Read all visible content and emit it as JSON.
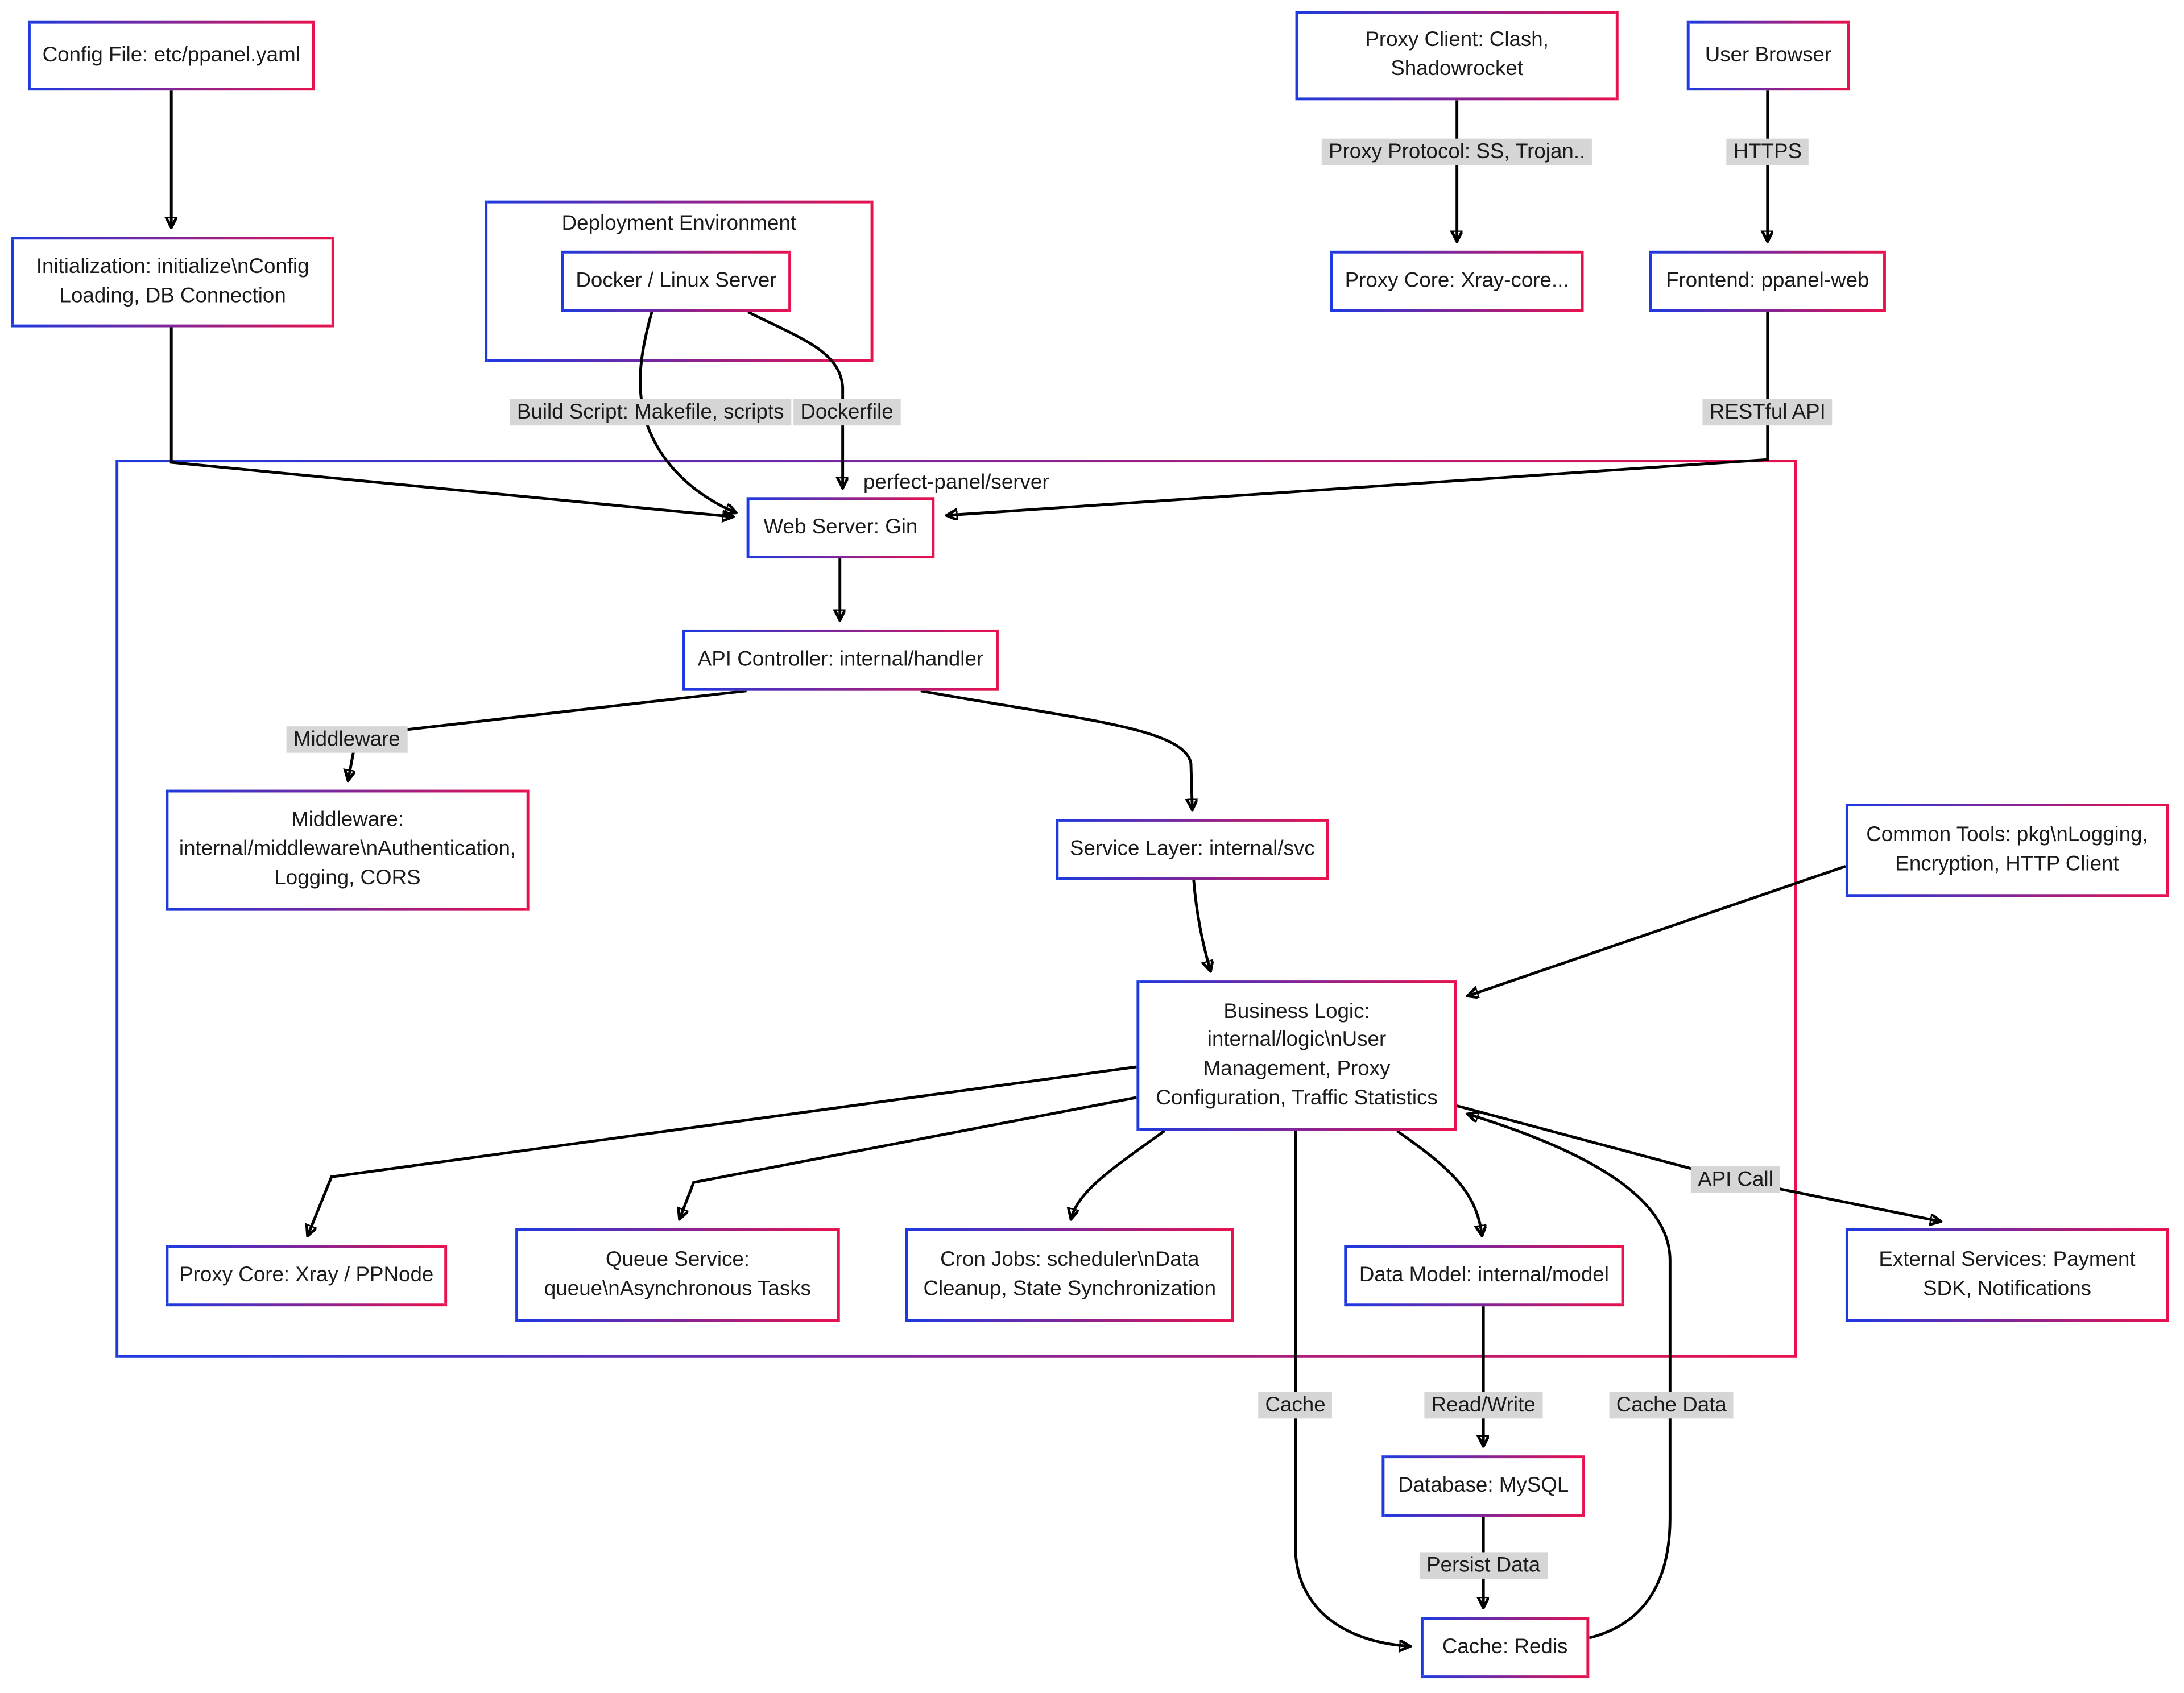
{
  "diagram": {
    "title": "perfect-panel/server",
    "colors": {
      "border_start": "#1d39e0",
      "border_end": "#e8114d",
      "edge_label_bg": "#d6d6d6"
    }
  },
  "nodes": {
    "config_file": {
      "label": "Config File: etc/ppanel.yaml"
    },
    "proxy_client": {
      "label": "Proxy Client: Clash, Shadowrocket"
    },
    "user_browser": {
      "label": "User Browser"
    },
    "initialization": {
      "label": "Initialization: initialize\\nConfig Loading, DB Connection"
    },
    "deployment_env": {
      "label": "Deployment Environment"
    },
    "docker_server": {
      "label": "Docker / Linux Server"
    },
    "proxy_core_xray": {
      "label": "Proxy Core: Xray-core..."
    },
    "frontend": {
      "label": "Frontend: ppanel-web"
    },
    "server_container": {
      "label": "perfect-panel/server"
    },
    "web_server": {
      "label": "Web Server: Gin"
    },
    "api_controller": {
      "label": "API Controller: internal/handler"
    },
    "middleware": {
      "label": "Middleware: internal/middleware\\nAuthentication, Logging, CORS"
    },
    "service_layer": {
      "label": "Service Layer: internal/svc"
    },
    "common_tools": {
      "label": "Common Tools: pkg\\nLogging, Encryption, HTTP Client"
    },
    "business_logic": {
      "label": "Business Logic: internal/logic\\nUser Management, Proxy Configuration, Traffic Statistics"
    },
    "proxy_core_node": {
      "label": "Proxy Core: Xray / PPNode"
    },
    "queue_service": {
      "label": "Queue Service: queue\\nAsynchronous Tasks"
    },
    "cron_jobs": {
      "label": "Cron Jobs: scheduler\\nData Cleanup, State Synchronization"
    },
    "data_model": {
      "label": "Data Model: internal/model"
    },
    "external_services": {
      "label": "External Services: Payment SDK, Notifications"
    },
    "database_mysql": {
      "label": "Database: MySQL"
    },
    "cache_redis": {
      "label": "Cache: Redis"
    }
  },
  "edge_labels": {
    "proxy_protocol": "Proxy Protocol: SS, Trojan..",
    "https": "HTTPS",
    "build_script": "Build Script: Makefile, scripts",
    "dockerfile": "Dockerfile",
    "restful_api": "RESTful API",
    "middleware": "Middleware",
    "api_call": "API Call",
    "cache": "Cache",
    "read_write": "Read/Write",
    "cache_data": "Cache Data",
    "persist_data": "Persist Data"
  }
}
